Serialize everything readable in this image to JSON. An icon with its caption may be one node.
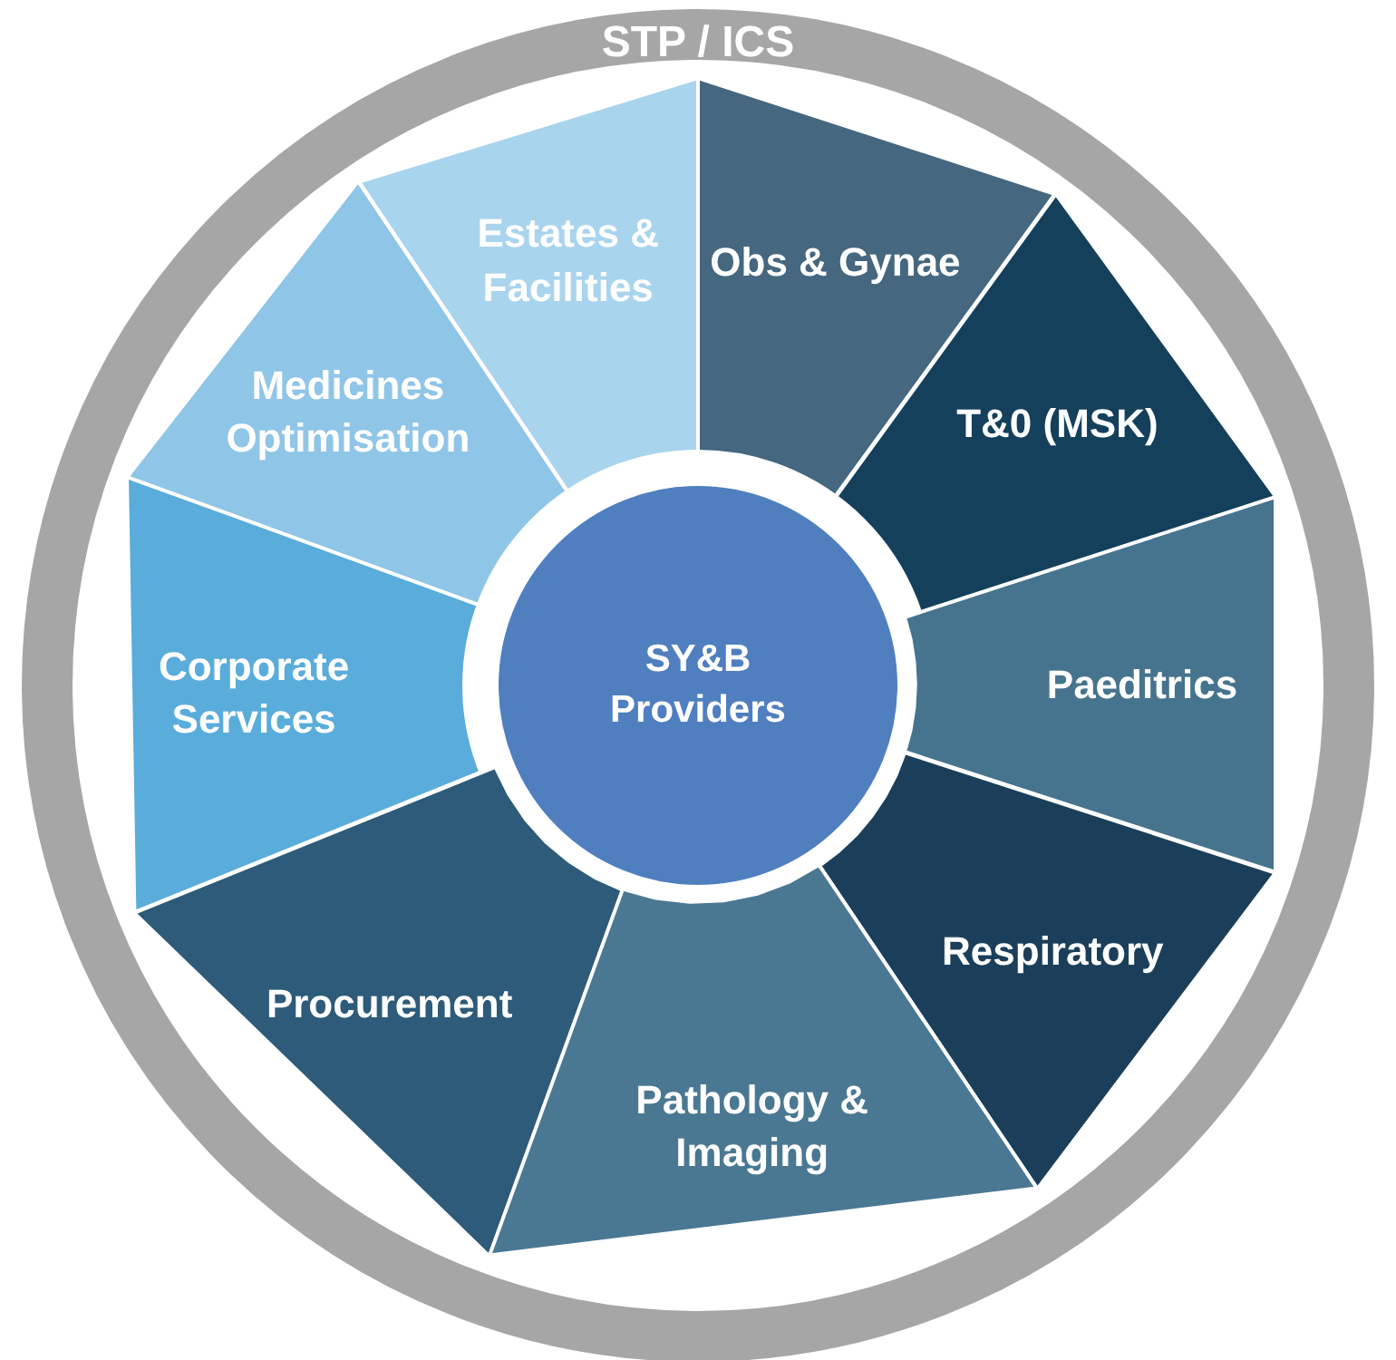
{
  "diagram": {
    "nodes": [
      {
        "text": [
          "STP / ICS"
        ]
      },
      {
        "text": [
          "Estates & Facilities"
        ],
        "in": 0
      },
      {
        "text": [
          "Obs & Gynae"
        ],
        "in": 0
      },
      {
        "text": [
          "Medicines Optimisation"
        ],
        "in": 0
      },
      {
        "text": [
          "T&0 (MSK)"
        ],
        "in": 0
      },
      {
        "text": [
          "Corporate Services"
        ],
        "in": 0
      },
      {
        "text": [
          "SY&B Providers"
        ],
        "in": 0
      },
      {
        "text": [
          "Paeditrics"
        ],
        "in": 0
      },
      {
        "text": [
          "Procurement"
        ],
        "in": 0
      },
      {
        "text": [
          "Respiratory"
        ],
        "in": 0
      },
      {
        "text": [
          "Pathology & Imaging"
        ],
        "in": 0
      }
    ]
  }
}
